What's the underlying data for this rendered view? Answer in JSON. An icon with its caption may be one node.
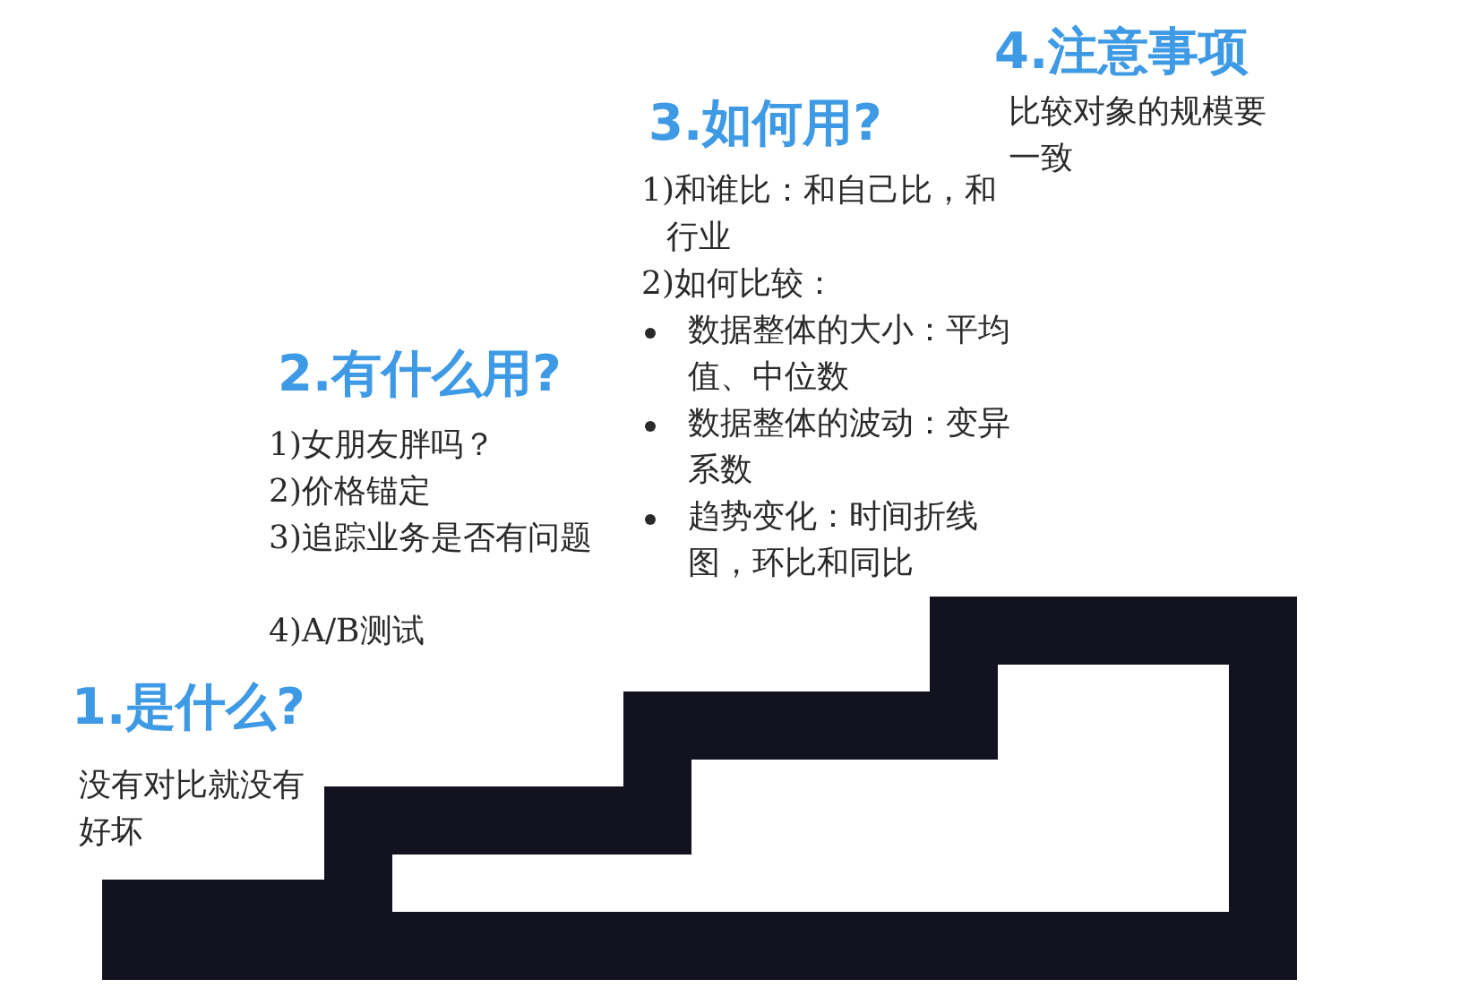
{
  "diagram": {
    "labels": [
      "4.注意事项",
      "比较对象的规模要一致",
      "3.如何用?",
      "1)和谁比：和自己比，和行业",
      "2)如何比较：",
      "数据整体的大小：平均值、中位数",
      "数据整体的波动：变异系数",
      "趋势变化：时间折线图，环比和同比",
      "2.有什么用?",
      "1)女朋友胖吗？",
      "2)价格锚定",
      "3)追踪业务是否有问题",
      "4)A/B测试",
      "1.是什么?",
      "没有对比就没有好坏"
    ]
  }
}
